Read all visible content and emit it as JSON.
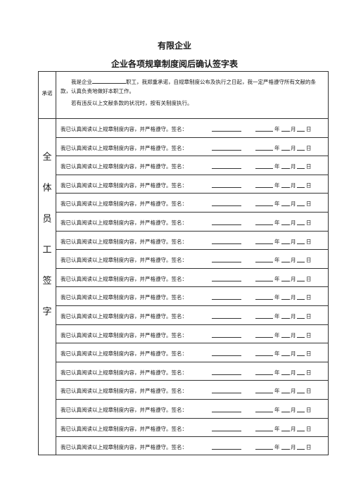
{
  "header": {
    "company": "有限企业",
    "title": "企业各项规章制度阅后确认签字表"
  },
  "pledge": {
    "label": "承诺",
    "p1_before": "我是企业",
    "p1_after": "职工，我郑重承诺，自规章制度公布及执行之日起，我一定严格遵守所有文献的条款，认真负责地做好本职工作。",
    "p2": "若有违反以上文献条款的状况时，按有关制度执行。"
  },
  "signature": {
    "label_chars": [
      "全",
      "体",
      "员",
      "工",
      "签",
      "字"
    ],
    "statement": "我已认真阅读以上规章制度内容，并严格遵守。签名：",
    "year": "年",
    "month": "月",
    "day": "日",
    "row_count": 18
  }
}
